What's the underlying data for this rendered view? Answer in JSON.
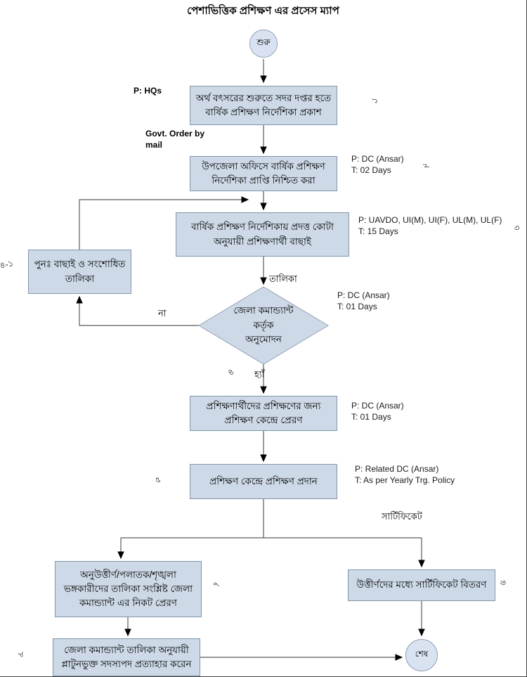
{
  "title": "পেশাভিত্তিক প্রশিক্ষণ এর প্রসেস ম্যাপ",
  "colors": {
    "node_fill": "#cdd9e7",
    "node_border": "#8096ab",
    "terminator_fill": "#d9e2f0",
    "line": "#5a5a5a",
    "arrowhead": "#000000"
  },
  "nodes": {
    "start": "শুরু",
    "step1": "অর্থ বৎসরের শুরুতে সদর দপ্তর হতে বার্ষিক প্রশিক্ষণ নির্দেশিকা প্রকাশ",
    "step2": "উপজেলা অফিসে বার্ষিক প্রশিক্ষণ নির্দেশিকা প্রাপ্তি নিশ্চিত করা",
    "step3": "বার্ষিক প্রশিক্ষণ নির্দেশিকায় প্রদত্ত কোটা অনুযায়ী প্রশিক্ষণার্থী বাছাই",
    "revise": "পুনঃ  বাছাই ও সংশোধিত তালিকা",
    "decision_l1": "জেলা কমান্ড্যান্ট",
    "decision_l2": "কর্তৃক",
    "decision_l3": "অনুমোদন",
    "step4": "প্রশিক্ষণার্থীদের প্রশিক্ষণের জন্য প্রশিক্ষণ কেন্দ্রে প্রেরণ",
    "step5": "প্রশিক্ষণ কেন্দ্রে প্রশিক্ষণ প্রদান",
    "step7": "অনুউত্তীর্ণ/পলাতক/শৃঙ্খলা ভঙ্গকারীদের তালিকা সংশ্লিষ্ট  জেলা কমান্ড্যান্ট এর নিকট প্রেরণ",
    "step6": "উত্তীর্ণদের মধ্যে সার্টিফিকেট বিতরণ",
    "step8": "জেলা কমান্ড্যান্ট তালিকা অনুযায়ী প্লাটুনভুক্ত সদস্যপদ প্রত্যাহার করেন",
    "end": "শেষ"
  },
  "annotations": {
    "hqs": "P: HQs",
    "govt_order_l1": "Govt. Order by",
    "govt_order_l2": "mail",
    "a2_p": "P: DC (Ansar)",
    "a2_t": "T: 02 Days",
    "a3_p": "P: UAVDO, UI(M), UI(F), UL(M), UL(F)",
    "a3_t": "T: 15 Days",
    "adec_p": "P: DC (Ansar)",
    "adec_t": "T: 01 Days",
    "a4_p": "P: DC (Ansar)",
    "a4_t": "T: 01 Days",
    "a5_p": "P: Related DC (Ansar)",
    "a5_t": "T: As per Yearly Trg. Policy"
  },
  "edge_labels": {
    "list": "তালিকা",
    "no": "না",
    "yes": "হ্যাঁ",
    "certificate": "সার্টিফিকেট"
  },
  "numbers": {
    "n1": "১",
    "n2": "২",
    "n3": "৩",
    "n4": "৪",
    "n4_1": "৪-১",
    "n5": "৫",
    "n6": "৬",
    "n7": "৭",
    "n8": "৮"
  }
}
